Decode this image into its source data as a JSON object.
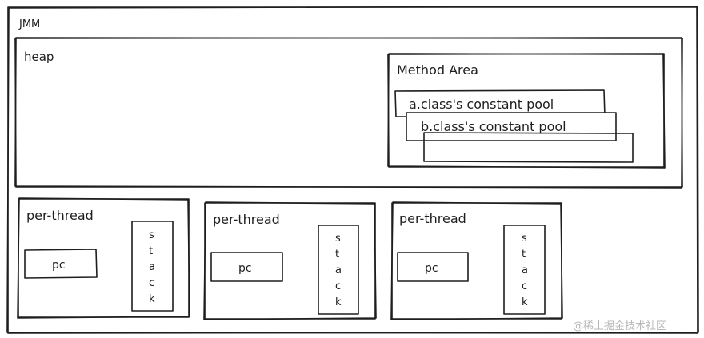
{
  "jmm": {
    "label": "JMM"
  },
  "heap": {
    "label": "heap"
  },
  "method_area": {
    "label": "Method Area",
    "pools": [
      "a.class's constant pool",
      "b.class's constant pool"
    ]
  },
  "threads": [
    {
      "label": "per-thread",
      "pc": "pc",
      "stack": [
        "s",
        "t",
        "a",
        "c",
        "k"
      ]
    },
    {
      "label": "per-thread",
      "pc": "pc",
      "stack": [
        "s",
        "t",
        "a",
        "c",
        "k"
      ]
    },
    {
      "label": "per-thread",
      "pc": "pc",
      "stack": [
        "s",
        "t",
        "a",
        "c",
        "k"
      ]
    }
  ],
  "watermark": "@稀土掘金技术社区"
}
